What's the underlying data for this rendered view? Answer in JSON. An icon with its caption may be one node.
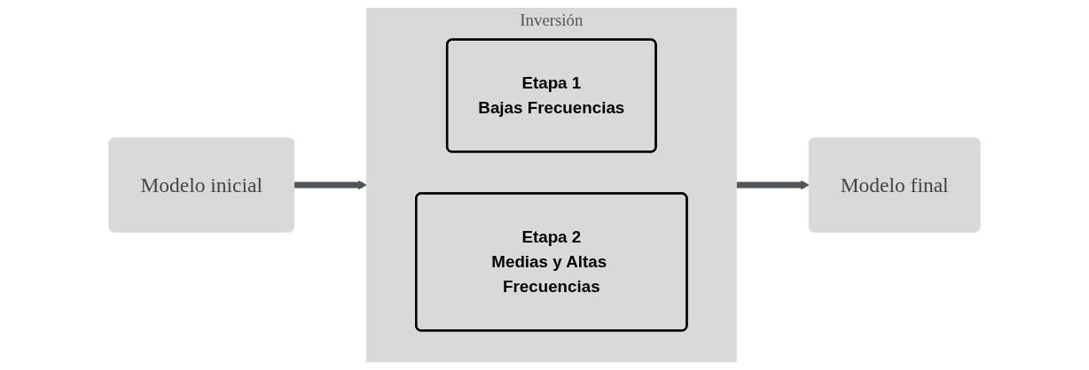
{
  "diagram": {
    "nodes": [
      {
        "text": [
          "Modelo inicial"
        ]
      },
      {
        "text": [
          "Inversión"
        ]
      },
      {
        "text": [
          "Etapa 1",
          "Bajas Frecuencias"
        ],
        "in": 1
      },
      {
        "text": [
          "Etapa 2",
          "Medias y Altas Frecuencias"
        ],
        "in": 1
      },
      {
        "text": [
          "Modelo final"
        ]
      }
    ],
    "edges": [
      {
        "from": 0,
        "to": 1,
        "arrow": "to"
      },
      {
        "from": 1,
        "to": 4,
        "arrow": "to"
      }
    ]
  }
}
